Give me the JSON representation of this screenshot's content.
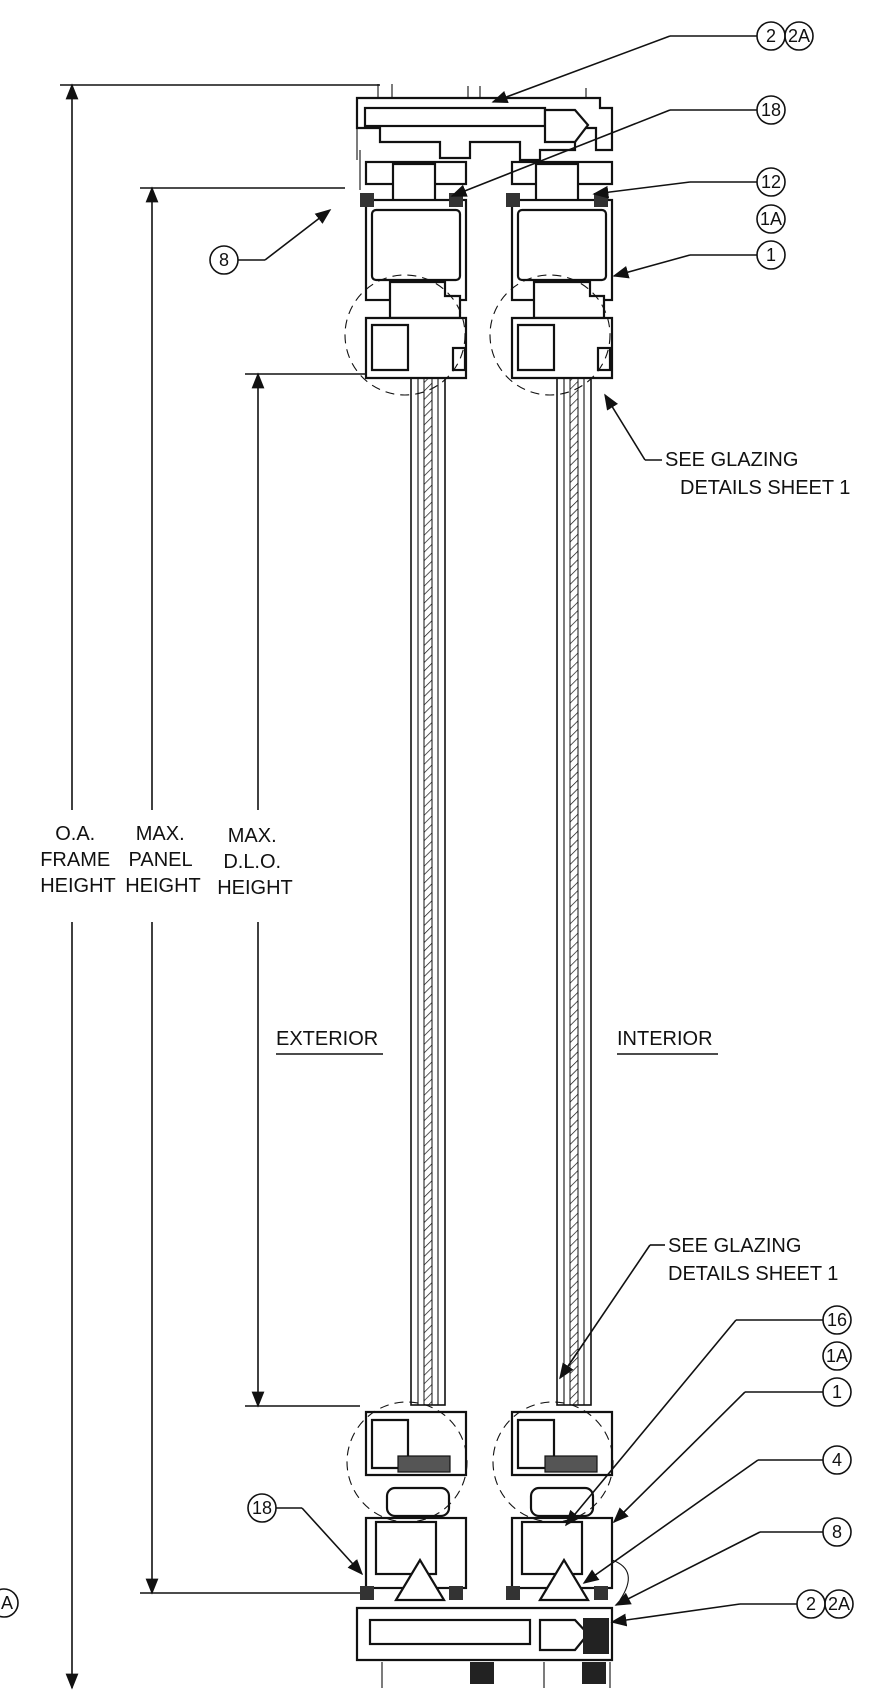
{
  "dimensions": {
    "oa_frame": [
      "O.A.",
      "FRAME",
      "HEIGHT"
    ],
    "max_panel": [
      "MAX.",
      "PANEL",
      "HEIGHT"
    ],
    "max_dlo": [
      "MAX.",
      "D.L.O.",
      "HEIGHT"
    ]
  },
  "sides": {
    "exterior": "EXTERIOR",
    "interior": "INTERIOR"
  },
  "notes": {
    "top": [
      "SEE GLAZING",
      "DETAILS SHEET 1"
    ],
    "bottom": [
      "SEE GLAZING",
      "DETAILS SHEET 1"
    ]
  },
  "callouts": {
    "top_2": "2",
    "top_2a": "2A",
    "top_18": "18",
    "top_12": "12",
    "top_1a": "1A",
    "top_1": "1",
    "top_8": "8",
    "bot_16": "16",
    "bot_1a": "1A",
    "bot_1": "1",
    "bot_4": "4",
    "bot_8": "8",
    "bot_18": "18",
    "bot_2": "2",
    "bot_2a": "2A",
    "left_partial": "A"
  }
}
